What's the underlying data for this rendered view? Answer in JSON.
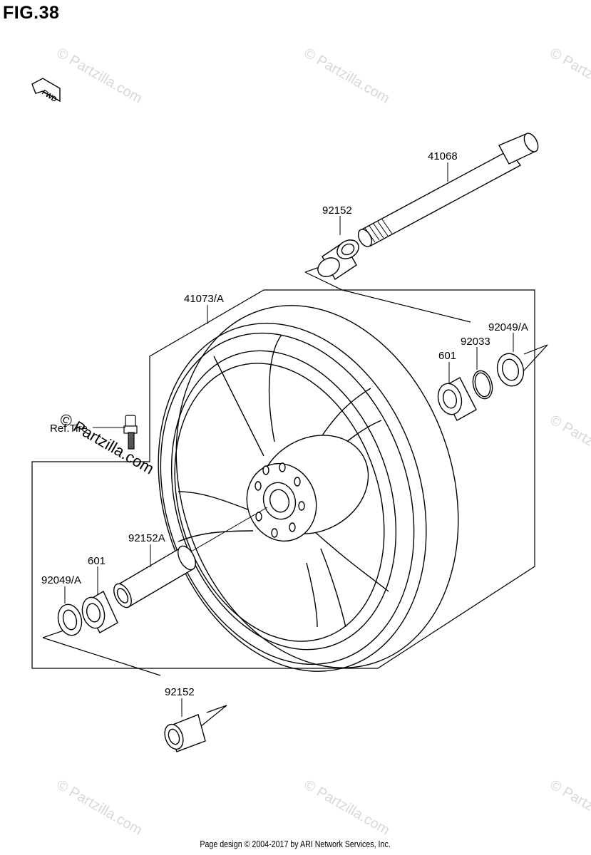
{
  "figure": {
    "title": "FIG.38"
  },
  "fwd_label": "FWD",
  "parts": {
    "axle": "41068",
    "collar_upper": "92152",
    "wheel": "41073/A",
    "seal_right": "92049/A",
    "circlip": "92033",
    "bearing_right": "601",
    "tire_ref": "Ref.Tire",
    "spacer": "92152A",
    "bearing_left": "601",
    "seal_left": "92049/A",
    "collar_lower": "92152"
  },
  "watermark": {
    "text": "© Partzilla.com"
  },
  "footer": {
    "text": "Page design © 2004-2017 by ARI Network Services, Inc."
  }
}
